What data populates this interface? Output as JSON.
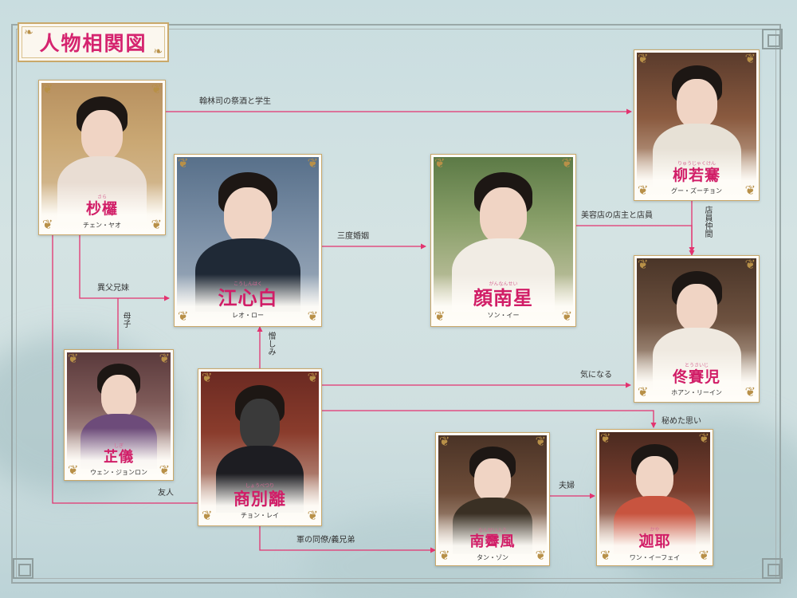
{
  "title": "人物相関図",
  "colors": {
    "accent": "#d5246f",
    "line": "#e3336f",
    "gold": "#b89048"
  },
  "characters": {
    "shaoyao": {
      "name": "杪欏",
      "ruby": "さら",
      "actor": "チェン・ヤオ"
    },
    "jiang": {
      "name": "江心白",
      "ruby": "こうしんはく",
      "actor": "レオ・ロー"
    },
    "yan": {
      "name": "顔南星",
      "ruby": "がんなんせい",
      "actor": "ソン・イー"
    },
    "liu": {
      "name": "柳若騫",
      "ruby": "りゅうじゃくけん",
      "actor": "グー・ズーチョン"
    },
    "tong": {
      "name": "佟賽児",
      "ruby": "とうさいじ",
      "actor": "ホアン・リーイン"
    },
    "zhiyi": {
      "name": "芷儀",
      "ruby": "しぎ",
      "actor": "ウェン・ジョンロン"
    },
    "shang": {
      "name": "商別離",
      "ruby": "しょうべつり",
      "actor": "チョン・レイ"
    },
    "nan": {
      "name": "南霽風",
      "ruby": "なんせいふう",
      "actor": "タン・ゾン"
    },
    "jiaye": {
      "name": "迦耶",
      "ruby": "かや",
      "actor": "ワン・イーフェイ"
    }
  },
  "relations": {
    "hanlin": "翰林司の祭酒と学生",
    "sando": "三度婚姻",
    "biyou": "美容店の店主と店員",
    "tenin": "店員仲間",
    "ifu": "異父兄妹",
    "boshi": "母子",
    "nikushimi": "憎しみ",
    "kininaru": "気になる",
    "himeta": "秘めた思い",
    "yujin": "友人",
    "fufu": "夫婦",
    "gun": "軍の同僚/義兄弟"
  }
}
